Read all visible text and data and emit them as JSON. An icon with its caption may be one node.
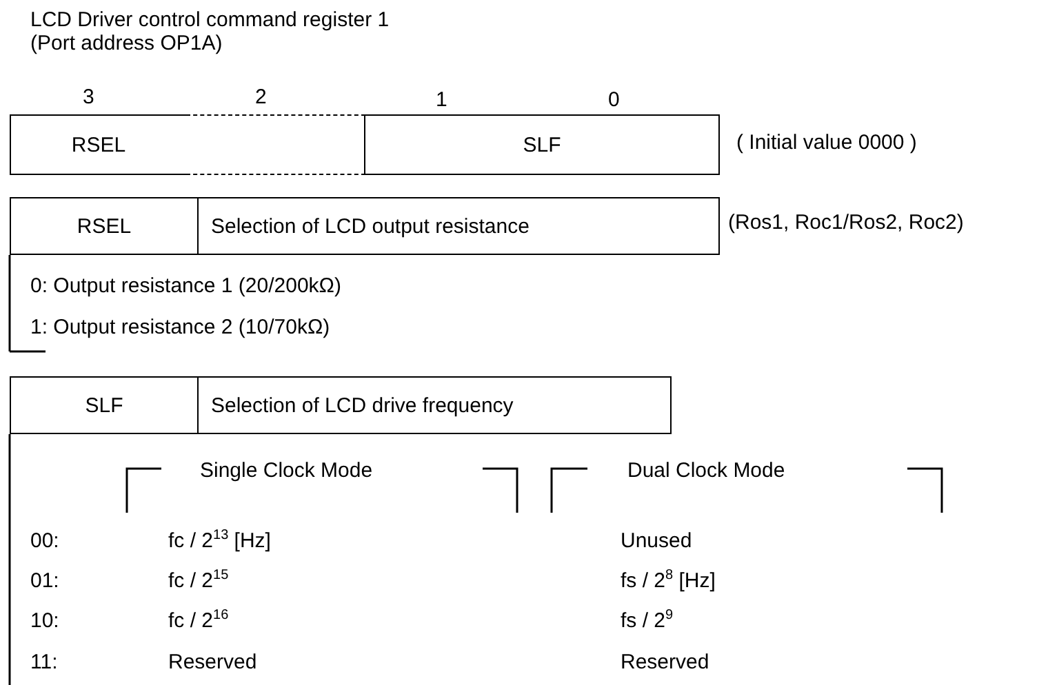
{
  "diagram": {
    "title": "LCD Driver control command register 1 (Port address OP1A)",
    "nodes": [
      {
        "text": [
          "RSEL"
        ]
      },
      {
        "text": [],
        "shape": "box"
      },
      {
        "text": [
          "SLF"
        ]
      },
      {
        "text": [
          "RSEL"
        ]
      },
      {
        "text": [
          "Selection of LCD output resistance"
        ],
        "beside": [
          "(Ros1, Roc1/Ros2, Roc2)"
        ]
      },
      {
        "text": [
          "SLF"
        ]
      },
      {
        "text": [
          "Selection of LCD drive frequency"
        ]
      }
    ],
    "edges": [],
    "labels": [
      "3",
      "2",
      "1",
      "0",
      "( Initial value 0000 )",
      "0: Output resistance 1 (20/200kΩ)",
      "1: Output resistance 2 (10/70kΩ)",
      "Single Clock Mode",
      "Dual Clock Mode",
      "00:",
      "fc / 2$^{13}$ [Hz]",
      "Unused",
      "01:",
      "fc / 2$^{15}$",
      "fs / 2$^{8}$ [Hz]",
      "10:",
      "fc / 2$^{16}$",
      "fs / 2$^{9}$",
      "11:",
      "Reserved",
      "Reserved"
    ]
  }
}
